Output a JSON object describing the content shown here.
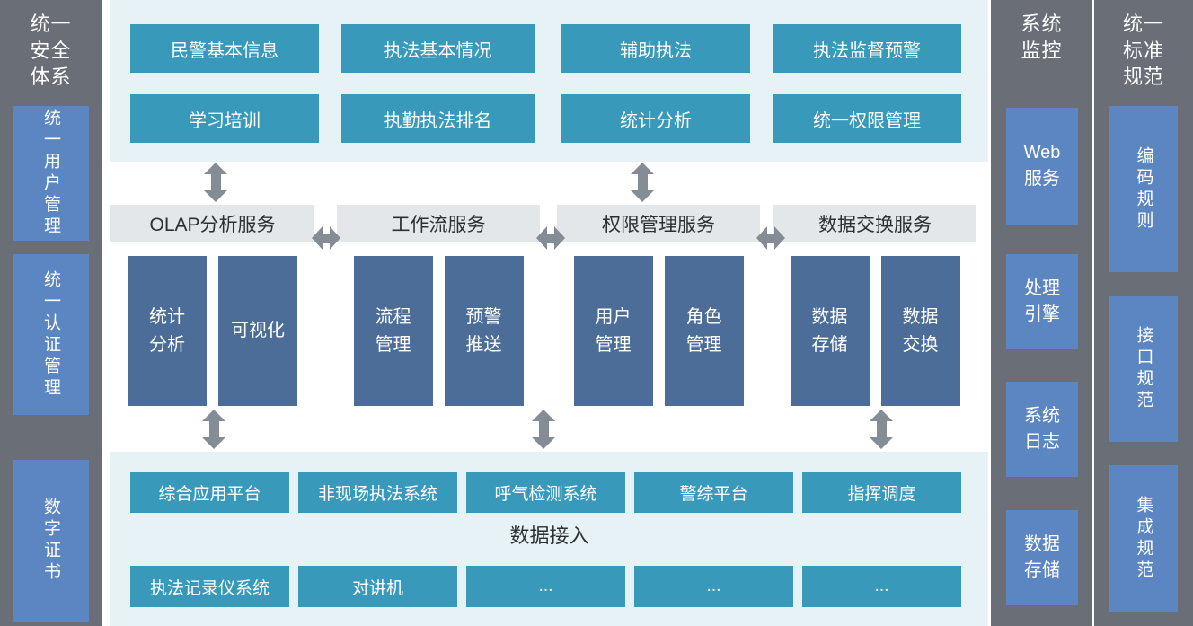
{
  "colors": {
    "panel_gray": "#6a6f77",
    "panel_box_blue": "#5b86c1",
    "teal": "#3999ba",
    "dark_blue": "#4b6d98",
    "light_blue_bg": "#e6f2f5",
    "group_header_bg": "#e4e7ea",
    "arrow_gray": "#848c95"
  },
  "left_panel": {
    "title": "统一\n安全\n体系",
    "items": [
      "统一用户管理",
      "统一认证管理",
      "数字证书"
    ]
  },
  "top_section": {
    "row1": [
      "民警基本信息",
      "执法基本情况",
      "辅助执法",
      "执法监督预警"
    ],
    "row2": [
      "学习培训",
      "执勤执法排名",
      "统计分析",
      "统一权限管理"
    ]
  },
  "services": [
    {
      "title": "OLAP分析服务",
      "items": [
        "统计\n分析",
        "可视化"
      ]
    },
    {
      "title": "工作流服务",
      "items": [
        "流程\n管理",
        "预警\n推送"
      ]
    },
    {
      "title": "权限管理服务",
      "items": [
        "用户\n管理",
        "角色\n管理"
      ]
    },
    {
      "title": "数据交换服务",
      "items": [
        "数据\n存储",
        "数据\n交换"
      ]
    }
  ],
  "data_access": {
    "title": "数据接入",
    "row1": [
      "综合应用平台",
      "非现场执法系统",
      "呼气检测系统",
      "警综平台",
      "指挥调度"
    ],
    "row2": [
      "执法记录仪系统",
      "对讲机",
      "...",
      "...",
      "..."
    ]
  },
  "monitor_panel": {
    "title": "系统\n监控",
    "items": [
      "Web\n服务",
      "处理\n引擎",
      "系统\n日志",
      "数据\n存储"
    ]
  },
  "standards_panel": {
    "title": "统一\n标准\n规范",
    "items": [
      "编码规则",
      "接口规范",
      "集成规范"
    ]
  }
}
